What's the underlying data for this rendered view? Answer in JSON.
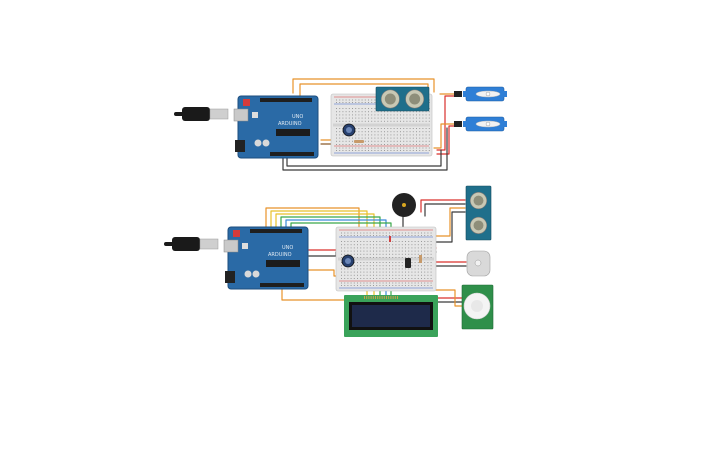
{
  "canvas": {
    "background": "#ffffff"
  },
  "colors": {
    "arduino_board": "#2a6aa6",
    "arduino_dark": "#1d4d7e",
    "breadboard": "#e6e6e6",
    "breadboard_holes": "#9a9a9a",
    "rail_red": "#d93a3a",
    "rail_blue": "#3a62c9",
    "wire_orange": "#e8922a",
    "wire_red": "#d9302c",
    "wire_black": "#3a3a3a",
    "wire_yellow": "#e8c12a",
    "wire_green": "#3aa84a",
    "wire_blue": "#3a8ad9",
    "wire_brown": "#8a5a2a",
    "servo_blue": "#2f7fd6",
    "sensor_teal": "#1f6f8b",
    "lcd_green": "#3aa35a",
    "lcd_screen": "#1e2a4a",
    "pir_green": "#2f8f4a",
    "buzzer_black": "#222222",
    "usb_cable": "#1a1a1a"
  },
  "circuits": [
    {
      "id": "circuit-1",
      "components": [
        "arduino-uno",
        "usb-cable",
        "breadboard",
        "ultrasonic-sensor",
        "potentiometer",
        "resistor",
        "servo-motor",
        "servo-motor"
      ]
    },
    {
      "id": "circuit-2",
      "components": [
        "arduino-uno",
        "usb-cable",
        "breadboard",
        "piezo-buzzer",
        "ultrasonic-sensor",
        "potentiometer",
        "lcd-16x2",
        "dc-motor",
        "pir-sensor"
      ]
    }
  ],
  "board_labels": {
    "uno": "UNO",
    "arduino": "ARDUINO"
  }
}
